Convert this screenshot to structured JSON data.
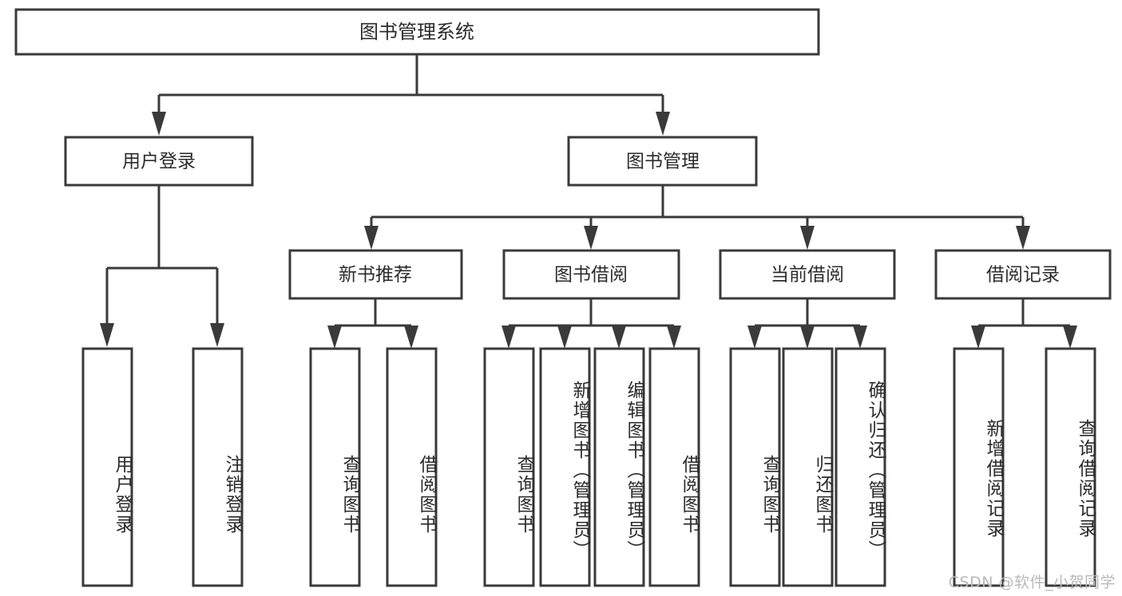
{
  "diagram": {
    "type": "tree-hierarchy",
    "title": "图书管理系统",
    "watermark": "CSDN @软件_小贺同学",
    "colors": {
      "stroke": "#3a3a3a",
      "background": "#ffffff",
      "text": "#2b2b2b",
      "watermark": "#b9b9b9"
    },
    "levels": {
      "root": {
        "label": "图书管理系统"
      },
      "level1": [
        {
          "id": "user-login",
          "label": "用户登录"
        },
        {
          "id": "book-manage",
          "label": "图书管理"
        }
      ],
      "level2": [
        {
          "id": "new-book-recommend",
          "label": "新书推荐",
          "parent": "book-manage"
        },
        {
          "id": "book-borrow",
          "label": "图书借阅",
          "parent": "book-manage"
        },
        {
          "id": "current-borrow",
          "label": "当前借阅",
          "parent": "book-manage"
        },
        {
          "id": "borrow-record",
          "label": "借阅记录",
          "parent": "book-manage"
        }
      ],
      "leaves": [
        {
          "id": "leaf-user-login",
          "label": "用户登录",
          "parent": "user-login"
        },
        {
          "id": "leaf-logout-login",
          "label": "注销登录",
          "parent": "user-login"
        },
        {
          "id": "leaf-query-book-rec",
          "label": "查询图书",
          "parent": "new-book-recommend"
        },
        {
          "id": "leaf-borrow-book-rec",
          "label": "借阅图书",
          "parent": "new-book-recommend"
        },
        {
          "id": "leaf-query-book-borrow",
          "label": "查询图书",
          "parent": "book-borrow"
        },
        {
          "id": "leaf-add-book",
          "label": "新增图书（管理员）",
          "parent": "book-borrow"
        },
        {
          "id": "leaf-edit-book",
          "label": "编辑图书（管理员）",
          "parent": "book-borrow"
        },
        {
          "id": "leaf-borrow-book",
          "label": "借阅图书",
          "parent": "book-borrow"
        },
        {
          "id": "leaf-query-book-current",
          "label": "查询图书",
          "parent": "current-borrow"
        },
        {
          "id": "leaf-return-book",
          "label": "归还图书",
          "parent": "current-borrow"
        },
        {
          "id": "leaf-confirm-return",
          "label": "确认归还（管理员）",
          "parent": "current-borrow"
        },
        {
          "id": "leaf-add-record",
          "label": "新增借阅记录",
          "parent": "borrow-record"
        },
        {
          "id": "leaf-query-record",
          "label": "查询借阅记录",
          "parent": "borrow-record"
        }
      ]
    }
  }
}
